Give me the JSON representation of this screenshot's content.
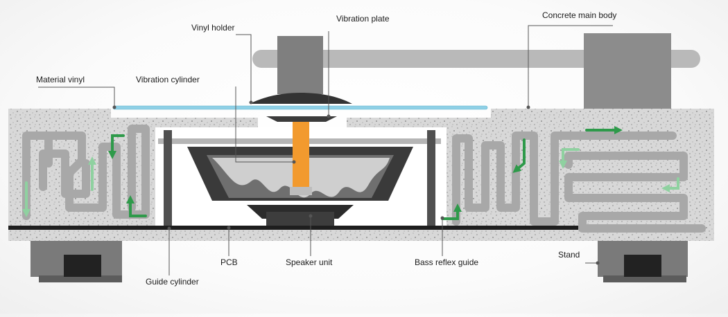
{
  "labels": {
    "concrete_main_body": "Concrete main body",
    "vibration_plate": "Vibration plate",
    "vinyl_holder": "Vinyl holder",
    "material_vinyl": "Material vinyl",
    "vibration_cylinder": "Vibration cylinder",
    "pcb": "PCB",
    "speaker_unit": "Speaker unit",
    "bass_reflex_guide": "Bass reflex guide",
    "stand": "Stand",
    "guide_cylinder": "Guide cylinder"
  },
  "colors": {
    "concrete": "#d6d6d6",
    "channel": "#a9a9a9",
    "vinyl": "#8fd0e6",
    "cylinder": "#f29a2e",
    "arrow_dark": "#2e9a4a",
    "arrow_light": "#8fd1a0",
    "pcb": "#1e1e1e",
    "leader": "#555555"
  }
}
